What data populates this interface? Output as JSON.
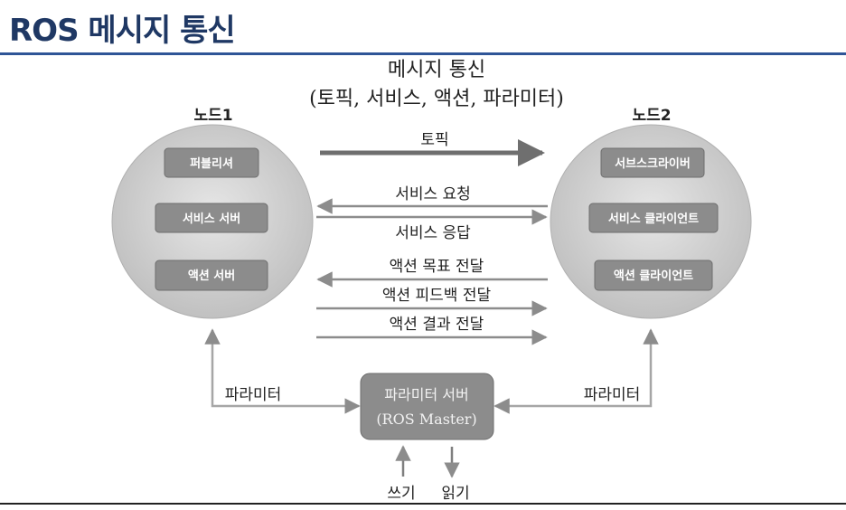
{
  "slide": {
    "title": "ROS 메시지 통신",
    "heading_line1": "메시지 통신",
    "heading_line2": "(토픽, 서비스, 액션, 파라미터)"
  },
  "node1": {
    "label": "노드1",
    "boxes": [
      "퍼블리셔",
      "서비스 서버",
      "액션 서버"
    ]
  },
  "node2": {
    "label": "노드2",
    "boxes": [
      "서브스크라이버",
      "서비스 클라이언트",
      "액션 클라이언트"
    ]
  },
  "arrows": {
    "topic": "토픽",
    "service_request": "서비스 요청",
    "service_response": "서비스 응답",
    "action_goal": "액션 목표 전달",
    "action_feedback": "액션 피드백 전달",
    "action_result": "액션 결과 전달"
  },
  "parameter_server": {
    "line1": "파라미터 서버",
    "line2": "(ROS Master)",
    "left_label": "파라미터",
    "right_label": "파라미터",
    "write_label": "쓰기",
    "read_label": "읽기"
  },
  "colors": {
    "title": "#1f3864",
    "rule": "#2f5597",
    "node_fill": "#cfcfcf",
    "box_fill": "#8c8c8c",
    "arrow": "#8c8c8c",
    "topic_arrow": "#6f6f6f"
  }
}
